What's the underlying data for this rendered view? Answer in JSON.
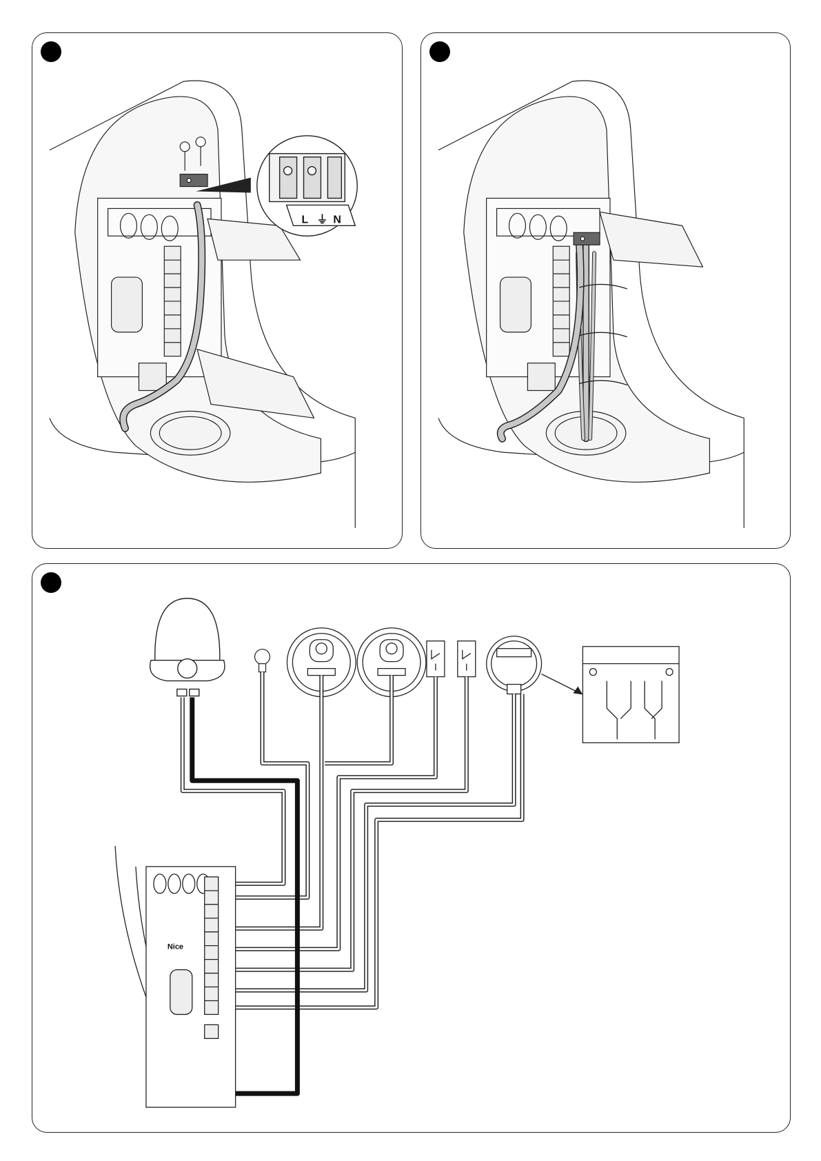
{
  "panels": [
    {
      "step": ""
    },
    {
      "step": ""
    },
    {
      "step": ""
    }
  ],
  "terminal_labels": {
    "live": "L",
    "earth": "⏚",
    "neutral": "N"
  },
  "brand": "Nice",
  "colors": {
    "line": "#222222",
    "fill_light": "#f4f4f4",
    "cable_fill": "#c8c8c8",
    "cable_dark": "#111111"
  }
}
